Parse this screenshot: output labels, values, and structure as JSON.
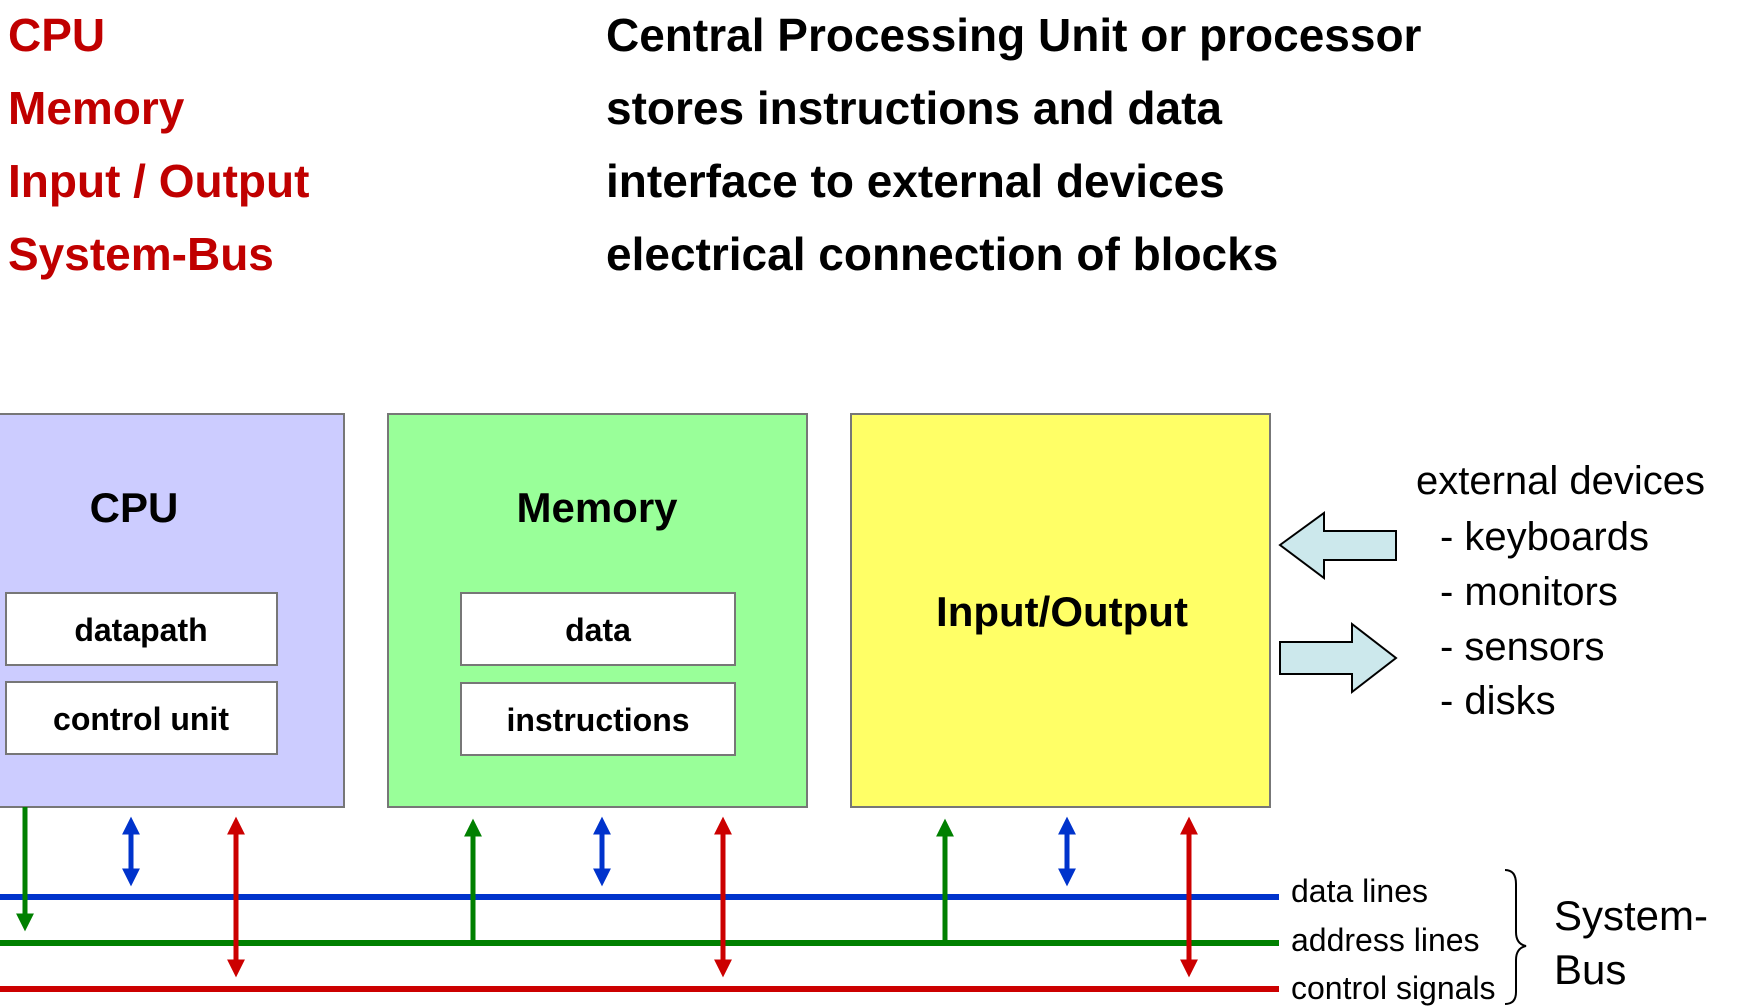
{
  "definitions": [
    {
      "term": "CPU",
      "description": "Central Processing Unit or processor"
    },
    {
      "term": "Memory",
      "description": "stores instructions and data"
    },
    {
      "term": "Input / Output",
      "description": "interface to external devices"
    },
    {
      "term": "System-Bus",
      "description": "electrical connection of blocks"
    }
  ],
  "blocks": {
    "cpu": {
      "title": "CPU",
      "parts": [
        "datapath",
        "control unit"
      ],
      "color": "#ccccff"
    },
    "memory": {
      "title": "Memory",
      "parts": [
        "data",
        "instructions"
      ],
      "color": "#99ff99"
    },
    "io": {
      "title": "Input/Output",
      "color": "#ffff66"
    }
  },
  "external": {
    "title": "external devices",
    "items": [
      "- keyboards",
      "- monitors",
      "- sensors",
      "- disks"
    ],
    "arrow_color": "#cce8ec"
  },
  "bus": {
    "label": "System-Bus",
    "label_lines": [
      "System-",
      "Bus"
    ],
    "lines": [
      {
        "label": "data lines",
        "color": "#0033cc"
      },
      {
        "label": "address lines",
        "color": "#008000"
      },
      {
        "label": "control signals",
        "color": "#cc0000"
      }
    ]
  },
  "colors": {
    "term": "#c00000",
    "box_border": "#777777"
  }
}
